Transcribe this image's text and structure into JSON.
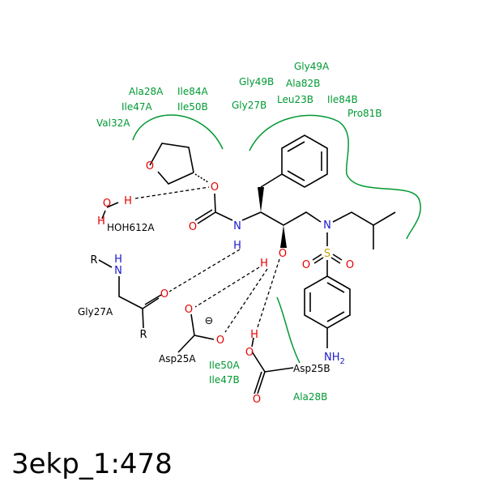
{
  "colors": {
    "residue": "#009933",
    "carbon": "#000000",
    "oxygen": "#e60000",
    "nitrogen": "#1a1acc",
    "sulfur": "#c8a000",
    "hydrophobic_arc": "#009933"
  },
  "caption": "3ekp_1:478",
  "atoms": {
    "o_thf": "O",
    "o_ester": "O",
    "o_carbonyl": "O",
    "n_carbamate": "N",
    "h_carbamate": "H",
    "o_hydroxyl": "O",
    "h_hydroxyl": "H",
    "n_sulfonamide": "N",
    "s_sulfonyl": "S",
    "o_sulfonyl_left": "O",
    "o_sulfonyl_right": "O",
    "nh2": "NH",
    "nh2_sub": "2",
    "water_o": "O",
    "water_h1": "H",
    "water_h2": "H",
    "gly27a_r1": "R",
    "gly27a_n": "N",
    "gly27a_h": "H",
    "gly27a_o": "O",
    "gly27a_r2": "R",
    "asp25a_o1": "O",
    "asp25a_o2": "O",
    "asp25a_charge": "⊖",
    "asp25b_h": "H",
    "asp25b_o1": "O",
    "asp25b_o2": "O"
  },
  "residues": {
    "interacting": {
      "water": "HOH612A",
      "gly27a": "Gly27A",
      "asp25a": "Asp25A",
      "asp25b": "Asp25B"
    },
    "hydrophobic_left": [
      "Ala28A",
      "Ile84A",
      "Ile47A",
      "Ile50B",
      "Val32A"
    ],
    "hydrophobic_top": [
      "Gly49A",
      "Gly49B",
      "Ala82B",
      "Gly27B",
      "Leu23B",
      "Ile84B",
      "Pro81B"
    ],
    "hydrophobic_bottom": [
      "Ile50A",
      "Ile47B",
      "Ala28B"
    ]
  }
}
